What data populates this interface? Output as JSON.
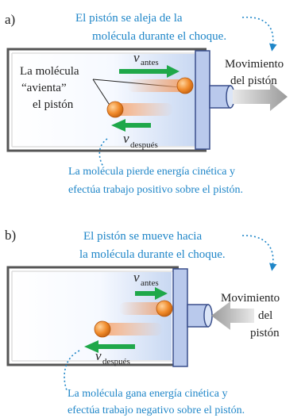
{
  "panel_a": {
    "label": "a)",
    "caption_top_line1": "El pistón se aleja de la",
    "caption_top_line2": "molécula durante el choque.",
    "molecule_line1": "La molécula",
    "molecule_line2": "“avienta”",
    "molecule_line3": "el pistón",
    "v_before_symbol": "v",
    "v_before_sub": "antes",
    "v_after_symbol": "v",
    "v_after_sub": "después",
    "motion_line1": "Movimiento",
    "motion_line2": "del pistón",
    "caption_bottom_line1": "La molécula pierde energía cinética y",
    "caption_bottom_line2": "efectúa trabajo positivo sobre el pistón."
  },
  "panel_b": {
    "label": "b)",
    "caption_top_line1": "El pistón se mueve hacia",
    "caption_top_line2": "la molécula durante el choque.",
    "v_before_symbol": "v",
    "v_before_sub": "antes",
    "v_after_symbol": "v",
    "v_after_sub": "después",
    "motion_line1": "Movimiento",
    "motion_line2": "del",
    "motion_line3": "pistón",
    "caption_bottom_line1": "La molécula gana energía cinética y",
    "caption_bottom_line2": "efectúa trabajo negativo sobre el pistón."
  },
  "colors": {
    "caption": "#1f86c8",
    "arrow_green": "#1fa84a",
    "piston": "#b9c9ec",
    "piston_edge": "#3a4f8c",
    "molecule": "#f08a2a",
    "motion_arrow": "#9a9a9a"
  }
}
